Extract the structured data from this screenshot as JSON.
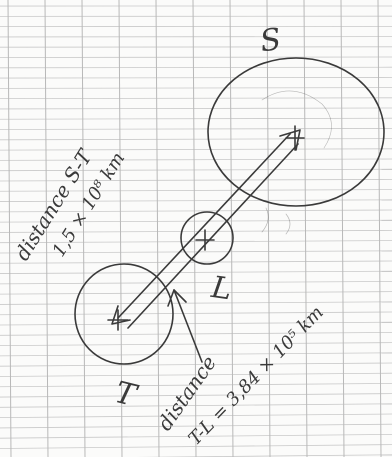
{
  "labels": {
    "sun": "S",
    "earth": "T",
    "moon": "L"
  },
  "annotations": {
    "distance_st_word": "distance S-T",
    "distance_st_value": "1,5 × 10⁸ km",
    "distance_tl_word": "distance",
    "distance_tl_value": "T-L = 3,84 × 10⁵ km"
  },
  "colors": {
    "ink": "#3a3a3a",
    "paper": "#fbfbfa",
    "grid": "#c9c9c9",
    "grid_vertical": "#b8b8b8"
  }
}
